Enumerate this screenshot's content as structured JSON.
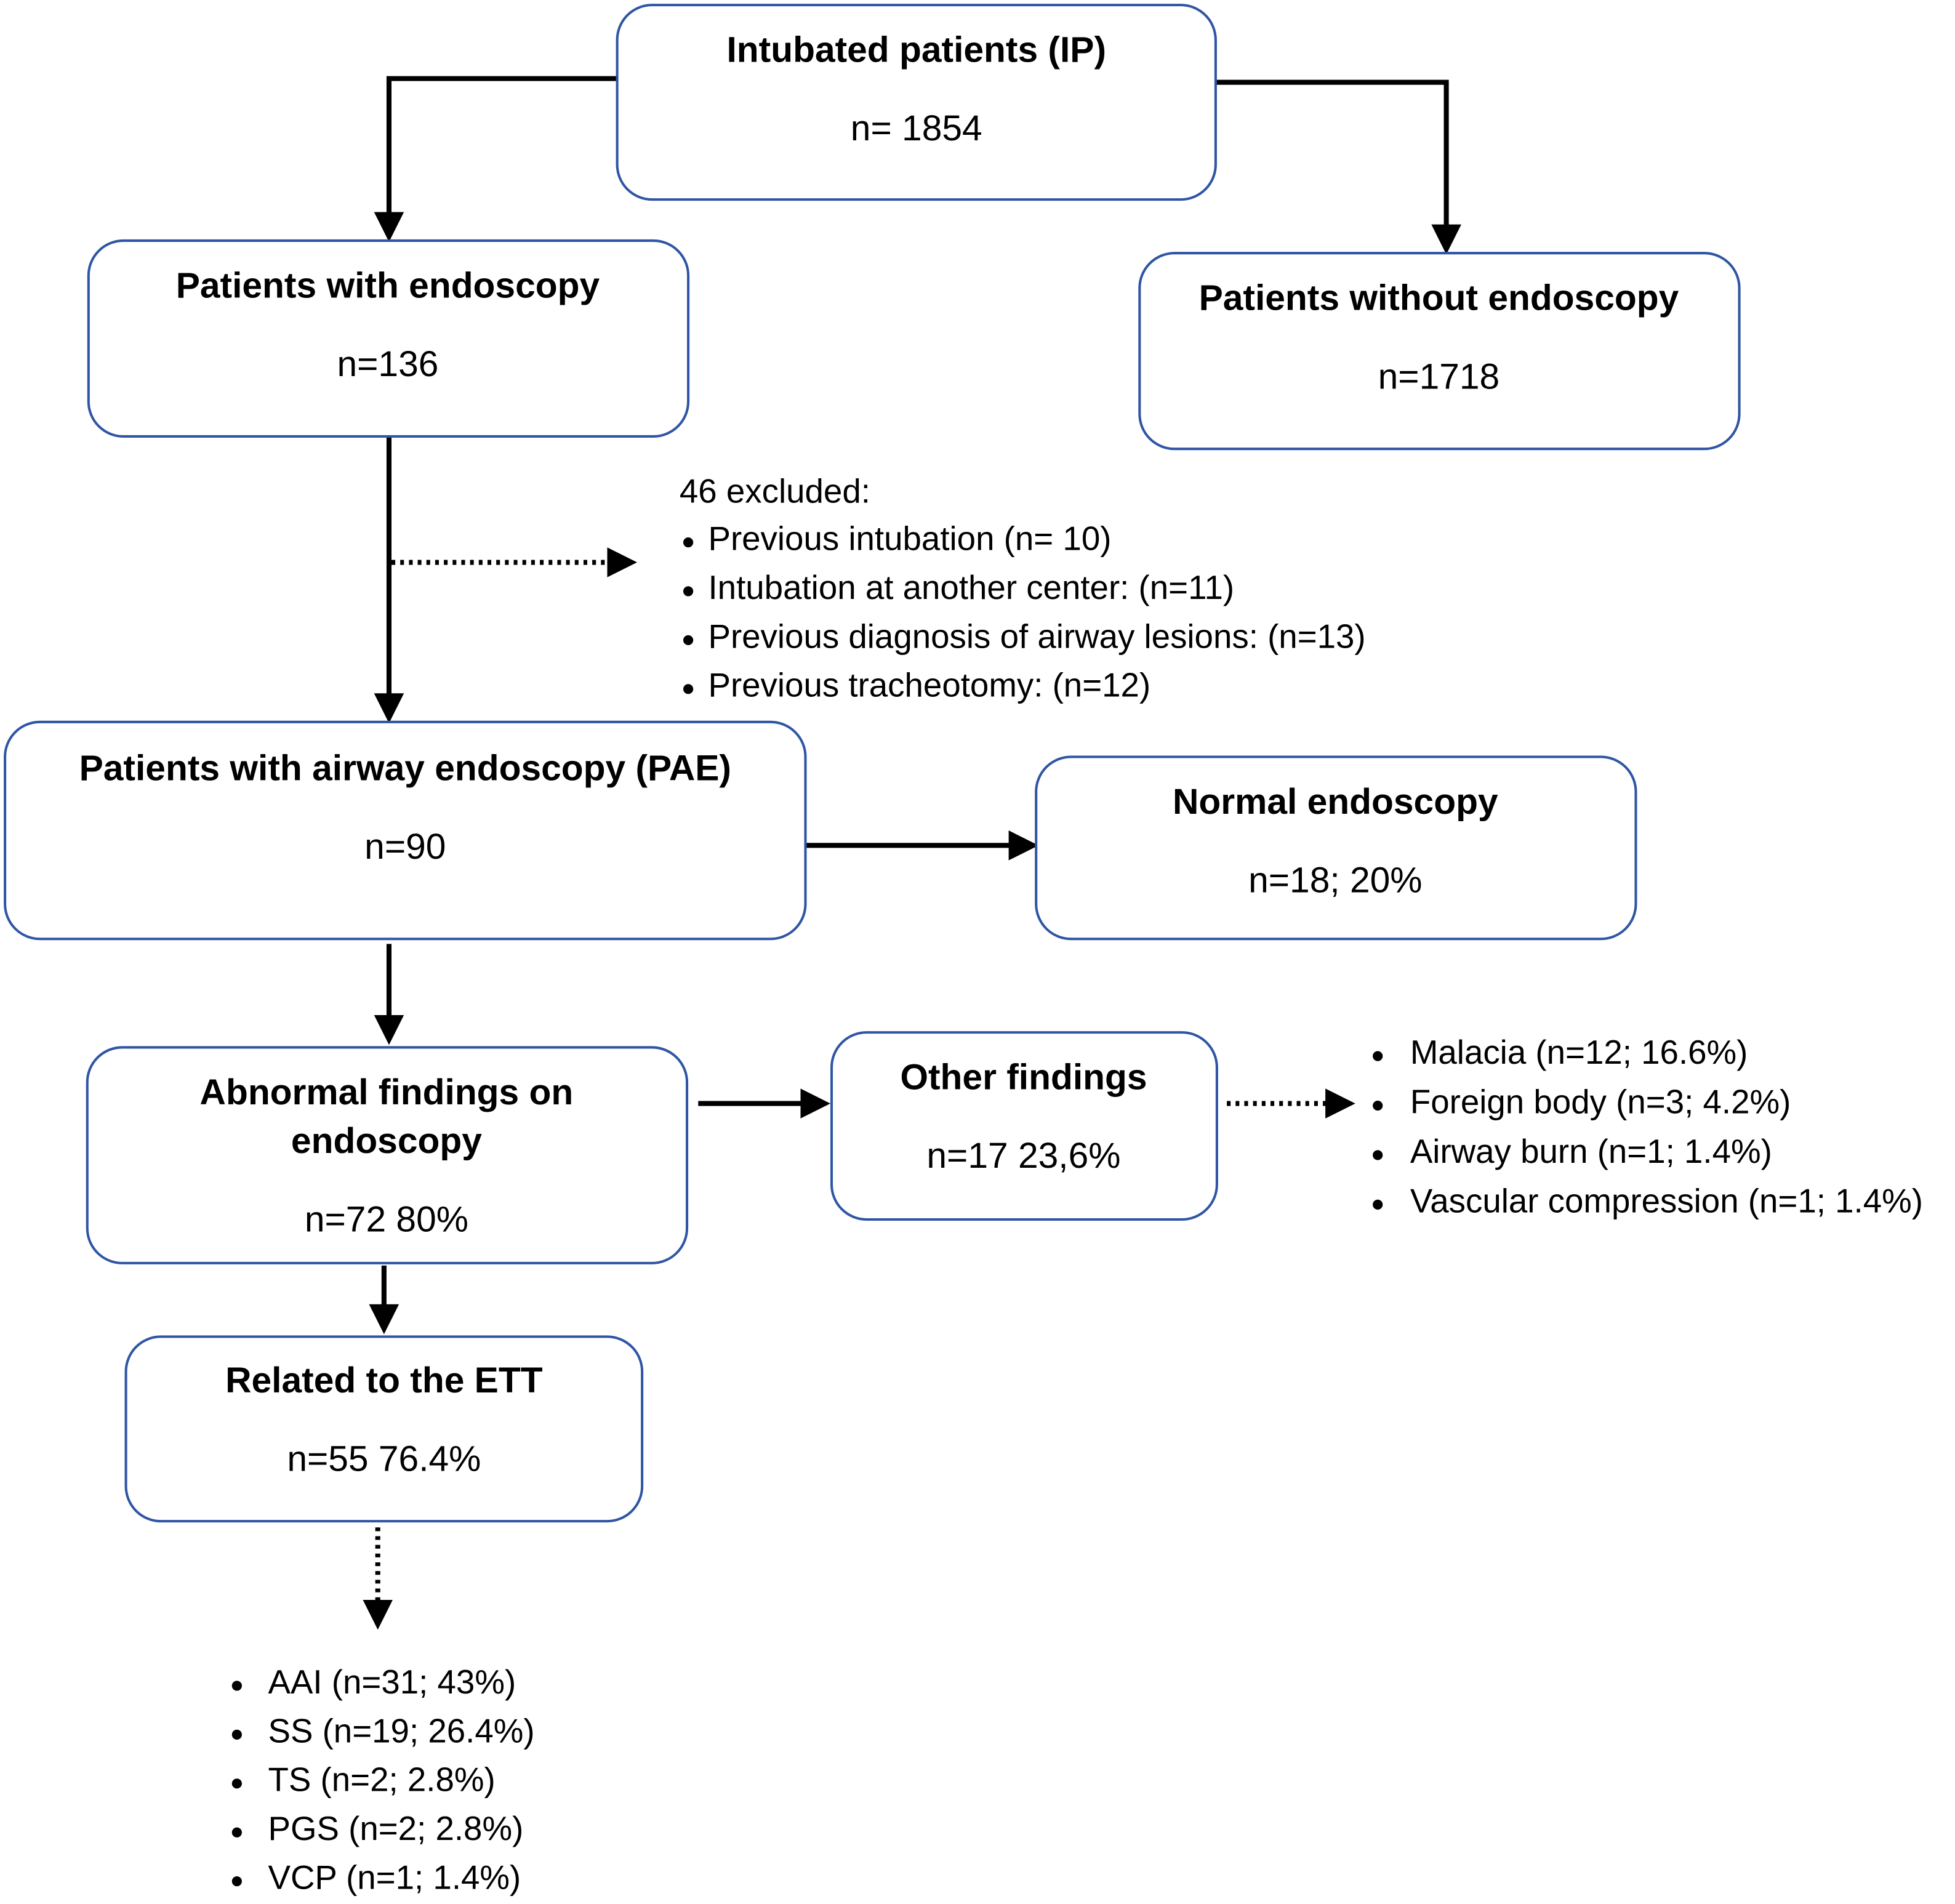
{
  "boxes": {
    "intubated": {
      "title": "Intubated patients (IP)",
      "n": "n= 1854"
    },
    "with_endoscopy": {
      "title": "Patients with endoscopy",
      "n": "n=136"
    },
    "without_endoscopy": {
      "title": "Patients without endoscopy",
      "n": "n=1718"
    },
    "pae": {
      "title": "Patients with airway endoscopy (PAE)",
      "n": "n=90"
    },
    "normal": {
      "title": "Normal endoscopy",
      "n": "n=18; 20%"
    },
    "abnormal": {
      "title_line1": "Abnormal findings on",
      "title_line2": "endoscopy",
      "n": "n=72  80%"
    },
    "other": {
      "title": "Other findings",
      "n": "n=17  23,6%"
    },
    "ett": {
      "title": "Related to the ETT",
      "n": "n=55  76.4%"
    }
  },
  "excluded": {
    "heading": "46 excluded:",
    "items": [
      "Previous intubation (n= 10)",
      "Intubation at another center: (n=11)",
      "Previous diagnosis of airway lesions: (n=13)",
      "Previous tracheotomy: (n=12)"
    ]
  },
  "other_findings_list": [
    "Malacia (n=12; 16.6%)",
    "Foreign body (n=3; 4.2%)",
    "Airway burn (n=1; 1.4%)",
    "Vascular compression (n=1; 1.4%)"
  ],
  "ett_list": [
    "AAI (n=31; 43%)",
    "SS (n=19; 26.4%)",
    "TS (n=2; 2.8%)",
    "PGS (n=2; 2.8%)",
    "VCP (n=1; 1.4%)"
  ],
  "colors": {
    "box_border": "#2f55a4",
    "arrow": "#000000"
  }
}
